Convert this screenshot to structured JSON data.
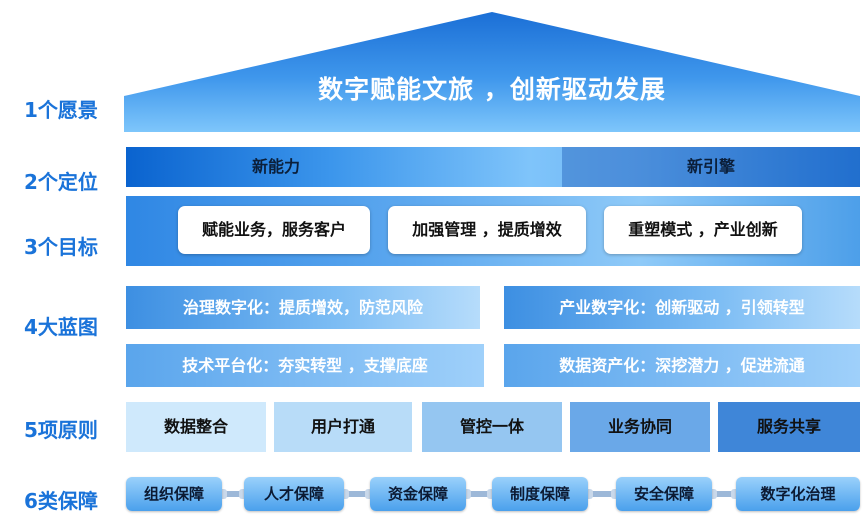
{
  "rows": {
    "vision": {
      "label": "1个愿景",
      "text": "数字赋能文旅 ，创新驱动发展"
    },
    "positioning": {
      "label": "2个定位",
      "items": [
        "新能力",
        "新引擎"
      ]
    },
    "goals": {
      "label": "3个目标",
      "items": [
        "赋能业务，服务客户",
        "加强管理 ，提质增效",
        "重塑模式 ，产业创新"
      ]
    },
    "blueprints": {
      "label": "4大蓝图",
      "items": [
        "治理数字化：提质增效，防范风险",
        "产业数字化：创新驱动 ，引领转型",
        "技术平台化：夯实转型 ，支撑底座",
        "数据资产化：深挖潜力 ，促进流通"
      ]
    },
    "principles": {
      "label": "5项原则",
      "items": [
        "数据整合",
        "用户打通",
        "管控一体",
        "业务协同",
        "服务共享"
      ]
    },
    "guarantees": {
      "label": "6类保障",
      "items": [
        "组织保障",
        "人才保障",
        "资金保障",
        "制度保障",
        "安全保障",
        "数字化治理"
      ]
    }
  },
  "colors": {
    "label": "#1a73d9",
    "roof_top": "#1b6fd6",
    "roof_bottom": "#7ec6fb",
    "principle_shades": [
      "#cfe9fc",
      "#b8dcf8",
      "#95c6f1",
      "#6aa8e8",
      "#3f86d8"
    ]
  }
}
